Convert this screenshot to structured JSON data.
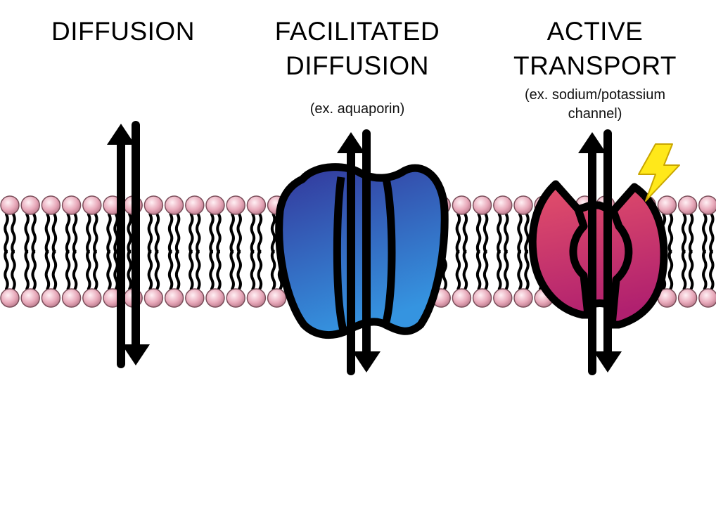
{
  "diffusion": {
    "title": "DIFFUSION"
  },
  "facilitated": {
    "title_line1": "FACILITATED",
    "title_line2": "DIFFUSION",
    "example": "(ex. aquaporin)"
  },
  "active": {
    "title_line1": "ACTIVE",
    "title_line2": "TRANSPORT",
    "example_line1": "(ex. sodium/potassium",
    "example_line2": "channel)"
  },
  "colors": {
    "head_fill": "#f2c3cf",
    "head_stroke": "#7a4e5a",
    "aquaporin_top": "#33369a",
    "aquaporin_bottom": "#3594e0",
    "pump_top": "#e3506a",
    "pump_bottom": "#b0206f",
    "lightning": "#ffe81a"
  },
  "icons": {
    "energy": "lightning-bolt-icon"
  }
}
